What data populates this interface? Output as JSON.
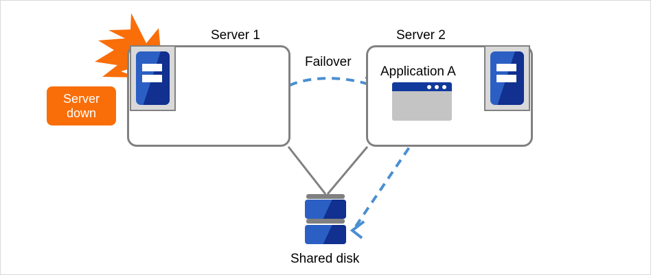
{
  "diagram": {
    "title_server1": "Server 1",
    "title_server2": "Server 2",
    "label_failover": "Failover",
    "label_application": "Application A",
    "label_shared_disk": "Shared disk",
    "badge_server_down_line1": "Server",
    "badge_server_down_line2": "down",
    "icons": {
      "server1": "server-tower-icon",
      "server2": "server-tower-icon",
      "application": "application-window-icon",
      "shared_disk": "disk-stack-icon",
      "fault": "lightning-burst-icon"
    },
    "colors": {
      "accent_orange": "#f96e09",
      "server_blue_light": "#2b5fc4",
      "server_blue_dark": "#11308f",
      "window_titlebar": "#123a9c",
      "window_body": "#c4c4c4",
      "box_border_gray": "#808080",
      "arrow_blue": "#4a8fd0",
      "text_black": "#000000"
    }
  }
}
